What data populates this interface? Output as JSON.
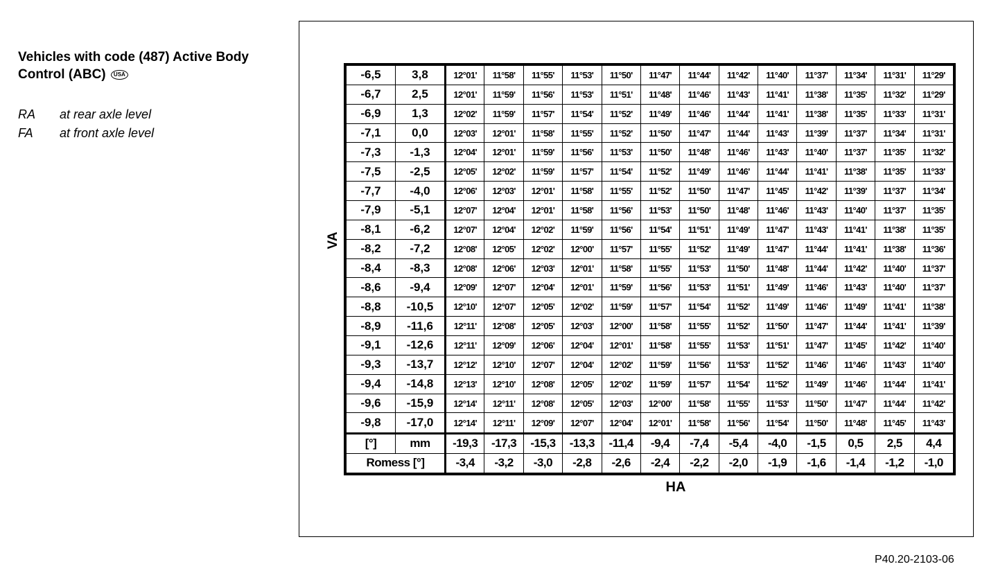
{
  "heading": {
    "line1": "Vehicles with code (487) Active Body",
    "line2": "Control (ABC)",
    "badge": "USA"
  },
  "legend": [
    {
      "abbr": "RA",
      "text": "at rear axle level"
    },
    {
      "abbr": "FA",
      "text": "at front axle level"
    }
  ],
  "axis": {
    "va": "VA",
    "ha": "HA"
  },
  "table": {
    "rows": [
      {
        "va": "-6,5",
        "mm": "3,8",
        "cells": [
          "12°01'",
          "11°58'",
          "11°55'",
          "11°53'",
          "11°50'",
          "11°47'",
          "11°44'",
          "11°42'",
          "11°40'",
          "11°37'",
          "11°34'",
          "11°31'",
          "11°29'"
        ]
      },
      {
        "va": "-6,7",
        "mm": "2,5",
        "cells": [
          "12°01'",
          "11°59'",
          "11°56'",
          "11°53'",
          "11°51'",
          "11°48'",
          "11°46'",
          "11°43'",
          "11°41'",
          "11°38'",
          "11°35'",
          "11°32'",
          "11°29'"
        ]
      },
      {
        "va": "-6,9",
        "mm": "1,3",
        "cells": [
          "12°02'",
          "11°59'",
          "11°57'",
          "11°54'",
          "11°52'",
          "11°49'",
          "11°46'",
          "11°44'",
          "11°41'",
          "11°38'",
          "11°35'",
          "11°33'",
          "11°31'"
        ]
      },
      {
        "va": "-7,1",
        "mm": "0,0",
        "cells": [
          "12°03'",
          "12°01'",
          "11°58'",
          "11°55'",
          "11°52'",
          "11°50'",
          "11°47'",
          "11°44'",
          "11°43'",
          "11°39'",
          "11°37'",
          "11°34'",
          "11°31'"
        ]
      },
      {
        "va": "-7,3",
        "mm": "-1,3",
        "cells": [
          "12°04'",
          "12°01'",
          "11°59'",
          "11°56'",
          "11°53'",
          "11°50'",
          "11°48'",
          "11°46'",
          "11°43'",
          "11°40'",
          "11°37'",
          "11°35'",
          "11°32'"
        ]
      },
      {
        "va": "-7,5",
        "mm": "-2,5",
        "cells": [
          "12°05'",
          "12°02'",
          "11°59'",
          "11°57'",
          "11°54'",
          "11°52'",
          "11°49'",
          "11°46'",
          "11°44'",
          "11°41'",
          "11°38'",
          "11°35'",
          "11°33'"
        ]
      },
      {
        "va": "-7,7",
        "mm": "-4,0",
        "cells": [
          "12°06'",
          "12°03'",
          "12°01'",
          "11°58'",
          "11°55'",
          "11°52'",
          "11°50'",
          "11°47'",
          "11°45'",
          "11°42'",
          "11°39'",
          "11°37'",
          "11°34'"
        ]
      },
      {
        "va": "-7,9",
        "mm": "-5,1",
        "cells": [
          "12°07'",
          "12°04'",
          "12°01'",
          "11°58'",
          "11°56'",
          "11°53'",
          "11°50'",
          "11°48'",
          "11°46'",
          "11°43'",
          "11°40'",
          "11°37'",
          "11°35'"
        ]
      },
      {
        "va": "-8,1",
        "mm": "-6,2",
        "cells": [
          "12°07'",
          "12°04'",
          "12°02'",
          "11°59'",
          "11°56'",
          "11°54'",
          "11°51'",
          "11°49'",
          "11°47'",
          "11°43'",
          "11°41'",
          "11°38'",
          "11°35'"
        ]
      },
      {
        "va": "-8,2",
        "mm": "-7,2",
        "cells": [
          "12°08'",
          "12°05'",
          "12°02'",
          "12°00'",
          "11°57'",
          "11°55'",
          "11°52'",
          "11°49'",
          "11°47'",
          "11°44'",
          "11°41'",
          "11°38'",
          "11°36'"
        ]
      },
      {
        "va": "-8,4",
        "mm": "-8,3",
        "cells": [
          "12°08'",
          "12°06'",
          "12°03'",
          "12°01'",
          "11°58'",
          "11°55'",
          "11°53'",
          "11°50'",
          "11°48'",
          "11°44'",
          "11°42'",
          "11°40'",
          "11°37'"
        ]
      },
      {
        "va": "-8,6",
        "mm": "-9,4",
        "cells": [
          "12°09'",
          "12°07'",
          "12°04'",
          "12°01'",
          "11°59'",
          "11°56'",
          "11°53'",
          "11°51'",
          "11°49'",
          "11°46'",
          "11°43'",
          "11°40'",
          "11°37'"
        ]
      },
      {
        "va": "-8,8",
        "mm": "-10,5",
        "cells": [
          "12°10'",
          "12°07'",
          "12°05'",
          "12°02'",
          "11°59'",
          "11°57'",
          "11°54'",
          "11°52'",
          "11°49'",
          "11°46'",
          "11°49'",
          "11°41'",
          "11°38'"
        ]
      },
      {
        "va": "-8,9",
        "mm": "-11,6",
        "cells": [
          "12°11'",
          "12°08'",
          "12°05'",
          "12°03'",
          "12°00'",
          "11°58'",
          "11°55'",
          "11°52'",
          "11°50'",
          "11°47'",
          "11°44'",
          "11°41'",
          "11°39'"
        ]
      },
      {
        "va": "-9,1",
        "mm": "-12,6",
        "cells": [
          "12°11'",
          "12°09'",
          "12°06'",
          "12°04'",
          "12°01'",
          "11°58'",
          "11°55'",
          "11°53'",
          "11°51'",
          "11°47'",
          "11°45'",
          "11°42'",
          "11°40'"
        ]
      },
      {
        "va": "-9,3",
        "mm": "-13,7",
        "cells": [
          "12°12'",
          "12°10'",
          "12°07'",
          "12°04'",
          "12°02'",
          "11°59'",
          "11°56'",
          "11°53'",
          "11°52'",
          "11°46'",
          "11°46'",
          "11°43'",
          "11°40'"
        ]
      },
      {
        "va": "-9,4",
        "mm": "-14,8",
        "cells": [
          "12°13'",
          "12°10'",
          "12°08'",
          "12°05'",
          "12°02'",
          "11°59'",
          "11°57'",
          "11°54'",
          "11°52'",
          "11°49'",
          "11°46'",
          "11°44'",
          "11°41'"
        ]
      },
      {
        "va": "-9,6",
        "mm": "-15,9",
        "cells": [
          "12°14'",
          "12°11'",
          "12°08'",
          "12°05'",
          "12°03'",
          "12°00'",
          "11°58'",
          "11°55'",
          "11°53'",
          "11°50'",
          "11°47'",
          "11°44'",
          "11°42'"
        ]
      },
      {
        "va": "-9,8",
        "mm": "-17,0",
        "cells": [
          "12°14'",
          "12°11'",
          "12°09'",
          "12°07'",
          "12°04'",
          "12°01'",
          "11°58'",
          "11°56'",
          "11°54'",
          "11°50'",
          "11°48'",
          "11°45'",
          "11°43'"
        ]
      }
    ],
    "footer": {
      "deg_label": "[°]",
      "mm_label": "mm",
      "mm_values": [
        "-19,3",
        "-17,3",
        "-15,3",
        "-13,3",
        "-11,4",
        "-9,4",
        "-7,4",
        "-5,4",
        "-4,0",
        "-1,5",
        "0,5",
        "2,5",
        "4,4"
      ]
    },
    "romess": {
      "label": "Romess [°]",
      "values": [
        "-3,4",
        "-3,2",
        "-3,0",
        "-2,8",
        "-2,6",
        "-2,4",
        "-2,2",
        "-2,0",
        "-1,9",
        "-1,6",
        "-1,4",
        "-1,2",
        "-1,0"
      ]
    }
  },
  "figure_code": "P40.20-2103-06"
}
